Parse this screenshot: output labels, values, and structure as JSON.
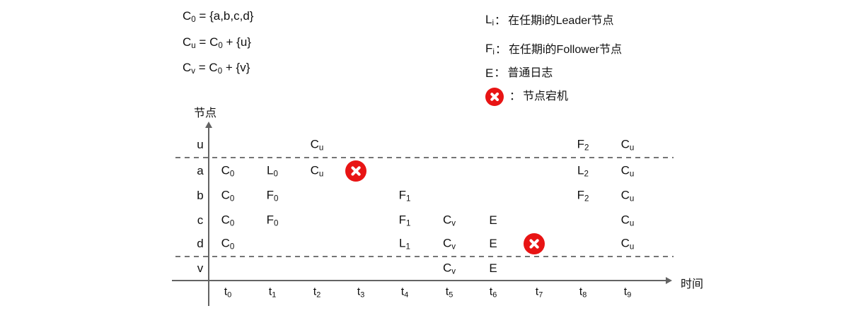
{
  "colors": {
    "crash_red": "#e81414",
    "axis_gray": "#636363",
    "dash_gray": "#757575",
    "text": "#111111"
  },
  "formulas": [
    {
      "name": "c0-definition",
      "segments": [
        {
          "t": "C"
        },
        {
          "sub": "0"
        },
        {
          "t": " = {a,b,c,d}"
        }
      ]
    },
    {
      "name": "cu-definition",
      "segments": [
        {
          "t": "C"
        },
        {
          "sub": "u"
        },
        {
          "t": " = C"
        },
        {
          "sub": "0"
        },
        {
          "t": " + {u}"
        }
      ]
    },
    {
      "name": "cv-definition",
      "segments": [
        {
          "t": "C"
        },
        {
          "sub": "v"
        },
        {
          "t": " = C"
        },
        {
          "sub": "0"
        },
        {
          "t": " + {v}"
        }
      ]
    }
  ],
  "legend": {
    "items": [
      {
        "symbol": "L",
        "sub": "i",
        "separator": "：",
        "text": "在任期i的Leader节点"
      },
      {
        "symbol": "F",
        "sub": "i",
        "separator": "：",
        "text": "在任期i的Follower节点"
      },
      {
        "symbol": "E",
        "sub": "",
        "separator": "：",
        "text": "普通日志"
      },
      {
        "icon": "crash",
        "separator": "：",
        "text": "节点宕机"
      }
    ]
  },
  "diagram": {
    "y_axis_title": "节点",
    "x_axis_title": "时间",
    "rows": [
      "u",
      "a",
      "b",
      "c",
      "d",
      "v"
    ],
    "ticks": [
      {
        "base": "t",
        "sub": "0"
      },
      {
        "base": "t",
        "sub": "1"
      },
      {
        "base": "t",
        "sub": "2"
      },
      {
        "base": "t",
        "sub": "3"
      },
      {
        "base": "t",
        "sub": "4"
      },
      {
        "base": "t",
        "sub": "5"
      },
      {
        "base": "t",
        "sub": "6"
      },
      {
        "base": "t",
        "sub": "7"
      },
      {
        "base": "t",
        "sub": "8"
      },
      {
        "base": "t",
        "sub": "9"
      }
    ],
    "cells": [
      {
        "row": "u",
        "col": 2,
        "base": "C",
        "sub": "u"
      },
      {
        "row": "u",
        "col": 8,
        "base": "F",
        "sub": "2"
      },
      {
        "row": "u",
        "col": 9,
        "base": "C",
        "sub": "u"
      },
      {
        "row": "a",
        "col": 0,
        "base": "C",
        "sub": "0"
      },
      {
        "row": "a",
        "col": 1,
        "base": "L",
        "sub": "0"
      },
      {
        "row": "a",
        "col": 2,
        "base": "C",
        "sub": "u"
      },
      {
        "row": "a",
        "col": 3,
        "icon": "crash"
      },
      {
        "row": "a",
        "col": 8,
        "base": "L",
        "sub": "2"
      },
      {
        "row": "a",
        "col": 9,
        "base": "C",
        "sub": "u"
      },
      {
        "row": "b",
        "col": 0,
        "base": "C",
        "sub": "0"
      },
      {
        "row": "b",
        "col": 1,
        "base": "F",
        "sub": "0"
      },
      {
        "row": "b",
        "col": 4,
        "base": "F",
        "sub": "1"
      },
      {
        "row": "b",
        "col": 8,
        "base": "F",
        "sub": "2"
      },
      {
        "row": "b",
        "col": 9,
        "base": "C",
        "sub": "u"
      },
      {
        "row": "c",
        "col": 0,
        "base": "C",
        "sub": "0"
      },
      {
        "row": "c",
        "col": 1,
        "base": "F",
        "sub": "0"
      },
      {
        "row": "c",
        "col": 4,
        "base": "F",
        "sub": "1"
      },
      {
        "row": "c",
        "col": 5,
        "base": "C",
        "sub": "v"
      },
      {
        "row": "c",
        "col": 6,
        "base": "E",
        "sub": ""
      },
      {
        "row": "c",
        "col": 9,
        "base": "C",
        "sub": "u"
      },
      {
        "row": "d",
        "col": 0,
        "base": "C",
        "sub": "0"
      },
      {
        "row": "d",
        "col": 4,
        "base": "L",
        "sub": "1"
      },
      {
        "row": "d",
        "col": 5,
        "base": "C",
        "sub": "v"
      },
      {
        "row": "d",
        "col": 6,
        "base": "E",
        "sub": ""
      },
      {
        "row": "d",
        "col": 7,
        "icon": "crash"
      },
      {
        "row": "d",
        "col": 9,
        "base": "C",
        "sub": "u"
      },
      {
        "row": "v",
        "col": 5,
        "base": "C",
        "sub": "v"
      },
      {
        "row": "v",
        "col": 6,
        "base": "E",
        "sub": ""
      }
    ]
  }
}
